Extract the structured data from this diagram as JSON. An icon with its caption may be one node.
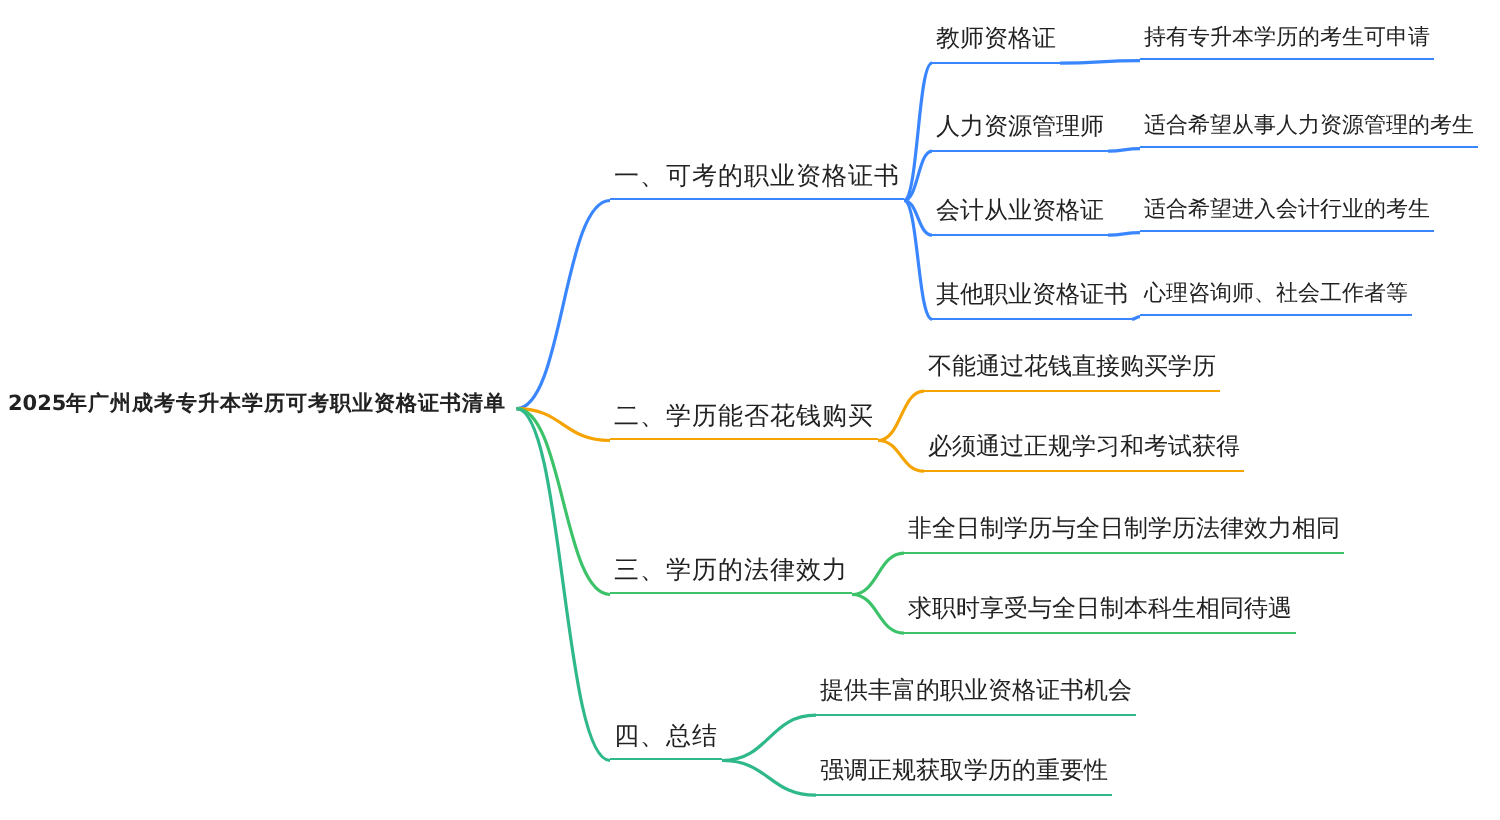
{
  "diagram": {
    "nodes": [
      {
        "text": [
          "2025年广州成考专升本学历可考职业资格证书清单"
        ]
      },
      {
        "text": [
          "一、可考的职业资格证书"
        ]
      },
      {
        "text": [
          "教师资格证"
        ]
      },
      {
        "text": [
          "持有专升本学历的考生可申请"
        ]
      },
      {
        "text": [
          "人力资源管理师"
        ]
      },
      {
        "text": [
          "适合希望从事人力资源管理的考生"
        ]
      },
      {
        "text": [
          "会计从业资格证"
        ]
      },
      {
        "text": [
          "适合希望进入会计行业的考生"
        ]
      },
      {
        "text": [
          "其他职业资格证书"
        ]
      },
      {
        "text": [
          "心理咨询师、社会工作者等"
        ]
      },
      {
        "text": [
          "二、学历能否花钱购买"
        ]
      },
      {
        "text": [
          "不能通过花钱直接购买学历"
        ]
      },
      {
        "text": [
          "必须通过正规学习和考试获得"
        ]
      },
      {
        "text": [
          "三、学历的法律效力"
        ]
      },
      {
        "text": [
          "非全日制学历与全日制学历法律效力相同"
        ]
      },
      {
        "text": [
          "求职时享受与全日制本科生相同待遇"
        ]
      },
      {
        "text": [
          "四、总结"
        ]
      },
      {
        "text": [
          "提供丰富的职业资格证书机会"
        ]
      },
      {
        "text": [
          "强调正规获取学历的重要性"
        ]
      }
    ],
    "edges": [
      {
        "from": 0,
        "to": 1,
        "arrow": "none"
      },
      {
        "from": 0,
        "to": 10,
        "arrow": "none",
        "color": "#f5a300"
      },
      {
        "from": 0,
        "to": 13,
        "arrow": "none",
        "color": "#3cc36a"
      },
      {
        "from": 0,
        "to": 16,
        "arrow": "none",
        "color": "#2fb98a"
      },
      {
        "from": 1,
        "to": 2,
        "arrow": "none"
      },
      {
        "from": 1,
        "to": 4,
        "arrow": "none"
      },
      {
        "from": 1,
        "to": 6,
        "arrow": "none"
      },
      {
        "from": 1,
        "to": 8,
        "arrow": "none"
      },
      {
        "from": 2,
        "to": 3,
        "arrow": "none"
      },
      {
        "from": 4,
        "to": 5,
        "arrow": "none"
      },
      {
        "from": 6,
        "to": 7,
        "arrow": "none"
      },
      {
        "from": 8,
        "to": 9,
        "arrow": "none"
      },
      {
        "from": 10,
        "to": 11,
        "arrow": "none",
        "color": "#f5a300"
      },
      {
        "from": 10,
        "to": 12,
        "arrow": "none",
        "color": "#f5a300"
      },
      {
        "from": 13,
        "to": 14,
        "arrow": "none",
        "color": "#3cc36a"
      },
      {
        "from": 13,
        "to": 15,
        "arrow": "none",
        "color": "#3cc36a"
      },
      {
        "from": 16,
        "to": 17,
        "arrow": "none",
        "color": "#2fb98a"
      },
      {
        "from": 16,
        "to": 18,
        "arrow": "none",
        "color": "#2fb98a"
      }
    ]
  }
}
